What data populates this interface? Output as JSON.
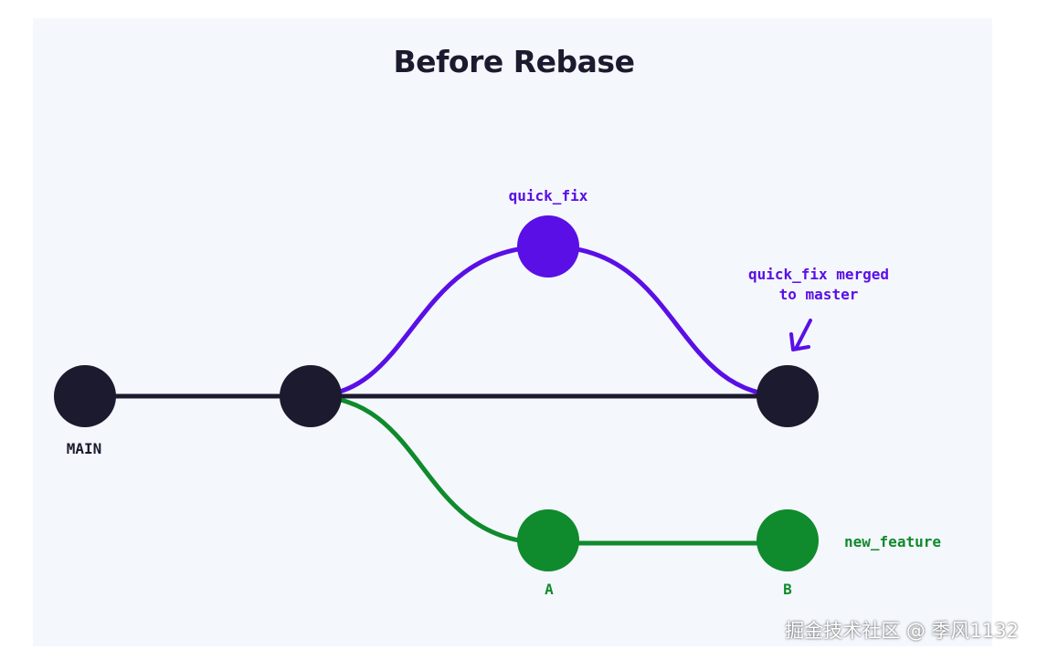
{
  "title": "Before Rebase",
  "colors": {
    "main": "#1c1a2e",
    "quick_fix": "#5a0fe6",
    "new_feature": "#0f8a2c",
    "background": "#f4f7fc"
  },
  "labels": {
    "main": "MAIN",
    "quick_fix": "quick_fix",
    "merged_line1": "quick_fix merged",
    "merged_line2": "to master",
    "new_feature": "new_feature",
    "commit_a": "A",
    "commit_b": "B"
  },
  "watermark": "掘金技术社区 @ 季风1132"
}
